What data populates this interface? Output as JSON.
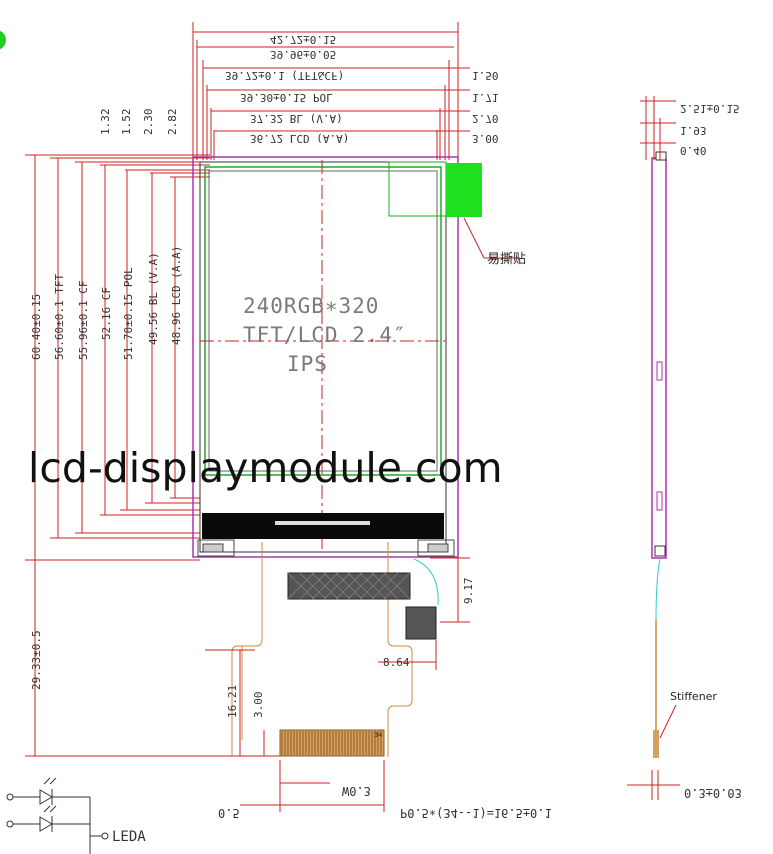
{
  "display": {
    "resolution": "240RGB∗320",
    "type": "TFT/LCD 2.4″",
    "panel": "IPS",
    "tab_label": "易撕贴",
    "connector_pin": "34"
  },
  "watermark": "lcd-displaymodule.com",
  "top_dims": [
    {
      "left": "",
      "center": "42.72±0.15",
      "right": ""
    },
    {
      "left": "",
      "center": "39.96±0.05",
      "right": ""
    },
    {
      "left": "",
      "center": "39.72±0.1 (TFT&CF)",
      "right": "1.50"
    },
    {
      "left": "",
      "center": "39.30±0.15 POL",
      "right": "1.71"
    },
    {
      "left": "2.30",
      "center": "37.32 BL (V.A)",
      "right": "2.70"
    },
    {
      "left": "2.82",
      "center": "36.72 LCD (A.A)",
      "right": "3.00"
    }
  ],
  "top_left_small": [
    "1.32",
    "1.52",
    "2.30",
    "2.82"
  ],
  "left_dims": [
    "60.40±0.15",
    "56.60±0.1 TFT",
    "55.96±0.1 CF",
    "52.16 CF",
    "51.70±0.15 POL",
    "49.56 BL (V.A)",
    "48.96 LCD (A.A)"
  ],
  "flex_dims": {
    "total_height": "29.33±0.5",
    "height_a": "16.21",
    "height_b": "3.00",
    "ic_offset": "9.17",
    "ic_width": "8.64",
    "pitch": "W0.3",
    "pad_offset": "0.5",
    "pin_formula": "P0.5∗(34--1)=16.5±0.1"
  },
  "side_dims": {
    "top1": "2.51±0.15",
    "top2": "1.93",
    "top3": "0.40",
    "bottom": "0.3±0.03"
  },
  "side_label": "Stiffener",
  "schematic_label": "LEDA"
}
